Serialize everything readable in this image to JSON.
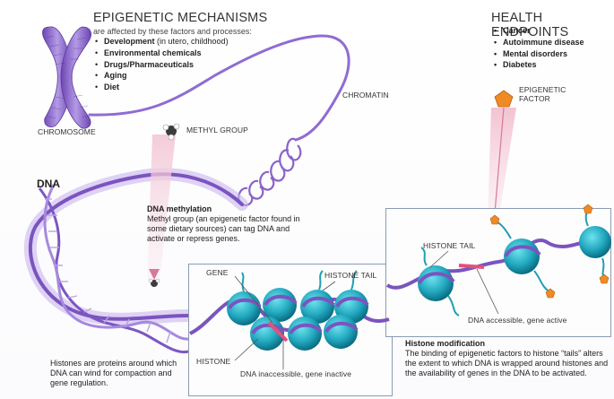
{
  "mechanisms": {
    "title": "EPIGENETIC MECHANISMS",
    "subtitle": "are affected by these factors and processes:",
    "items": [
      {
        "bold": "Development",
        "rest": " (in utero, childhood)"
      },
      {
        "bold": "Environmental chemicals",
        "rest": ""
      },
      {
        "bold": "Drugs/Pharmaceuticals",
        "rest": ""
      },
      {
        "bold": "Aging",
        "rest": ""
      },
      {
        "bold": "Diet",
        "rest": ""
      }
    ]
  },
  "health": {
    "title": "HEALTH ENDPOINTS",
    "items": [
      "Cancer",
      "Autoimmune disease",
      "Mental disorders",
      "Diabetes"
    ]
  },
  "labels": {
    "chromosome": "CHROMOSOME",
    "chromatin": "CHROMATIN",
    "methyl_group": "METHYL GROUP",
    "epigenetic_factor": "EPIGENETIC\nFACTOR",
    "dna": "DNA",
    "gene": "GENE",
    "histone_tail_left": "HISTONE TAIL",
    "histone_tail_right": "HISTONE TAIL",
    "histone": "HISTONE",
    "dna_inaccessible": "DNA inaccessible, gene inactive",
    "dna_accessible": "DNA accessible, gene active"
  },
  "methylation": {
    "title": "DNA methylation",
    "body": "Methyl group (an epigenetic factor found in some dietary sources) can tag DNA and activate or repress genes."
  },
  "histones_note": "Histones are proteins around which DNA can wind for compaction and gene regulation.",
  "histone_modification": {
    "title": "Histone modification",
    "body": "The binding of epigenetic factors to histone “tails” alters the extent to which DNA is wrapped around histones and the availability of genes in the DNA to be activated."
  },
  "colors": {
    "purple": "#8a63c9",
    "purple_dark": "#5d3c99",
    "teal": "#1fb3c6",
    "teal_dark": "#0d6f86",
    "pink": "#e64f7a",
    "orange": "#f08a24"
  }
}
